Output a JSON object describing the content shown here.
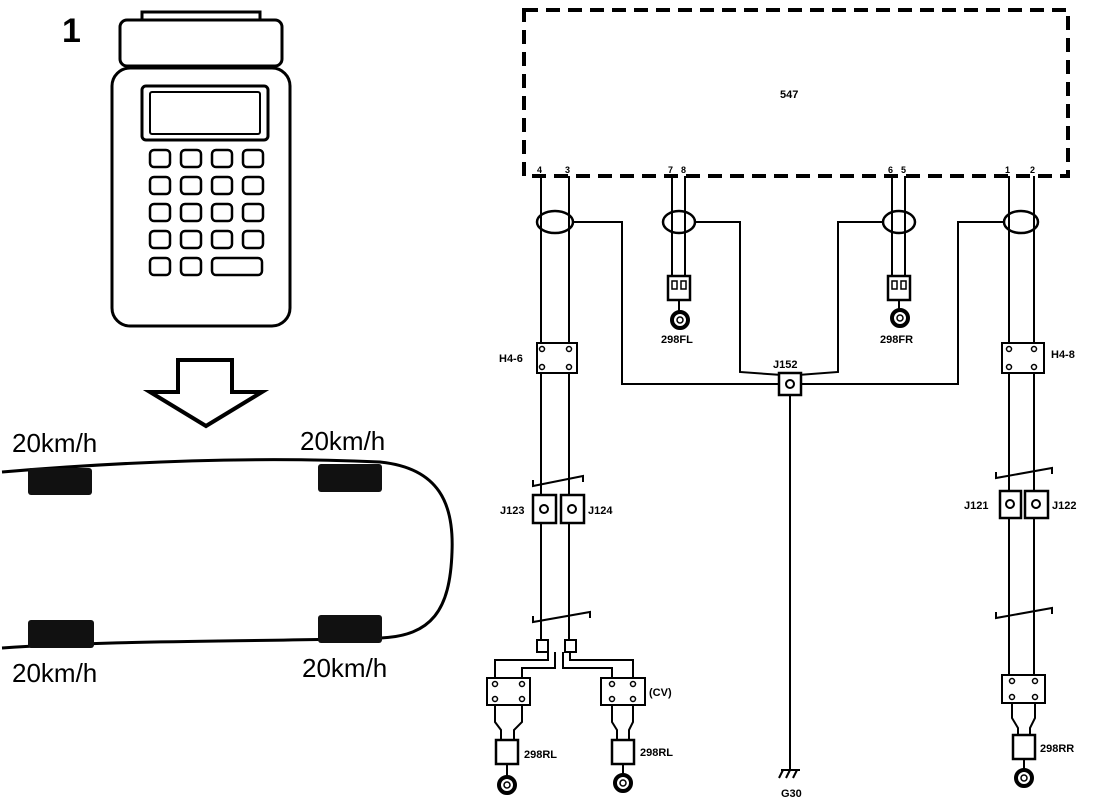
{
  "step_number": "1",
  "speed_labels": {
    "front_left": "20km/h",
    "front_right": "20km/h",
    "rear_left": "20km/h",
    "rear_right": "20km/h"
  },
  "wiring": {
    "module": "547",
    "pins": [
      "4",
      "3",
      "7",
      "8",
      "6",
      "5",
      "1",
      "2"
    ],
    "connectors": {
      "h4_left": "H4-6",
      "h4_right": "H4-8",
      "j152": "J152",
      "j123": "J123",
      "j124": "J124",
      "j121": "J121",
      "j122": "J122",
      "cv": "(CV)",
      "ground": "G30"
    },
    "sensors": {
      "fl": "298FL",
      "fr": "298FR",
      "rl_a": "298RL",
      "rl_b": "298RL",
      "rr": "298RR"
    }
  }
}
